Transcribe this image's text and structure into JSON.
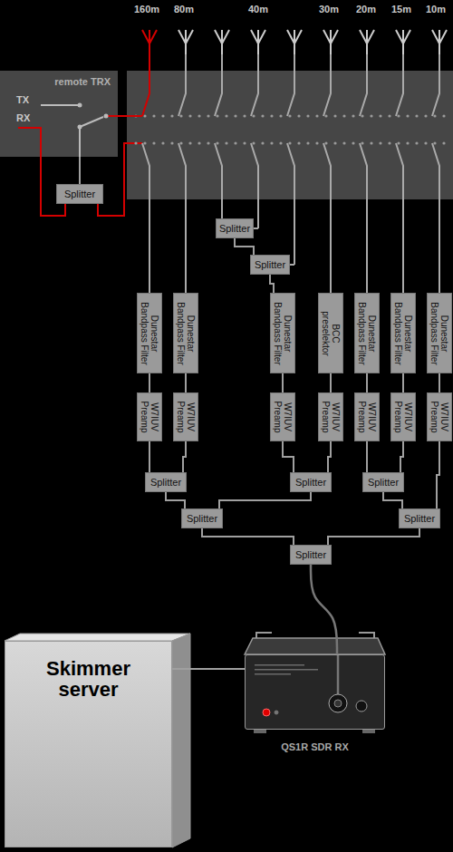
{
  "diagram": {
    "nodes": [
      {
        "text": [
          "remote TRX"
        ]
      },
      {
        "text": [
          "Splitter"
        ]
      },
      {
        "text": [
          "Splitter"
        ]
      },
      {
        "text": [
          "Splitter"
        ]
      },
      {
        "text": [
          "Dunestar Bandpass Filter"
        ]
      },
      {
        "text": [
          "Dunestar Bandpass Filter"
        ]
      },
      {
        "text": [
          "Dunestar Bandpass Filter"
        ]
      },
      {
        "text": [
          "BCC preselektor"
        ]
      },
      {
        "text": [
          "Dunestar Bandpass Filter"
        ]
      },
      {
        "text": [
          "Dunestar Bandpass Filter"
        ]
      },
      {
        "text": [
          "Dunestar Bandpass Filter"
        ]
      },
      {
        "text": [
          "W7IUV Preamp"
        ]
      },
      {
        "text": [
          "W7IUV Preamp"
        ]
      },
      {
        "text": [
          "W7IUV Preamp"
        ]
      },
      {
        "text": [
          "W7IUV Preamp"
        ]
      },
      {
        "text": [
          "W7IUV Preamp"
        ]
      },
      {
        "text": [
          "W7IUV Preamp"
        ]
      },
      {
        "text": [
          "W7IUV Preamp"
        ]
      },
      {
        "text": [
          "Splitter"
        ]
      },
      {
        "text": [
          "Splitter"
        ]
      },
      {
        "text": [
          "Splitter"
        ]
      },
      {
        "text": [
          "Splitter"
        ]
      },
      {
        "text": [
          "Splitter"
        ]
      },
      {
        "text": [
          "Splitter"
        ]
      },
      {
        "text": [
          "Skimmer server"
        ]
      },
      {
        "text": [
          "QS1R SDR RX"
        ]
      }
    ],
    "edges": [
      {
        "from": 0,
        "to": 1,
        "arrow": "none"
      },
      {
        "from": 1,
        "to": 0,
        "arrow": "none"
      },
      {
        "from": 2,
        "to": 3,
        "arrow": "none"
      },
      {
        "from": 3,
        "to": 6,
        "arrow": "none"
      },
      {
        "from": 4,
        "to": 11,
        "arrow": "none"
      },
      {
        "from": 5,
        "to": 12,
        "arrow": "none"
      },
      {
        "from": 6,
        "to": 13,
        "arrow": "none"
      },
      {
        "from": 7,
        "to": 14,
        "arrow": "none"
      },
      {
        "from": 8,
        "to": 15,
        "arrow": "none"
      },
      {
        "from": 9,
        "to": 16,
        "arrow": "none"
      },
      {
        "from": 10,
        "to": 17,
        "arrow": "none"
      },
      {
        "from": 11,
        "to": 18,
        "arrow": "none"
      },
      {
        "from": 12,
        "to": 18,
        "arrow": "none"
      },
      {
        "from": 13,
        "to": 19,
        "arrow": "none"
      },
      {
        "from": 14,
        "to": 19,
        "arrow": "none"
      },
      {
        "from": 15,
        "to": 20,
        "arrow": "none"
      },
      {
        "from": 16,
        "to": 20,
        "arrow": "none"
      },
      {
        "from": 17,
        "to": 22,
        "arrow": "none"
      },
      {
        "from": 18,
        "to": 21,
        "arrow": "none"
      },
      {
        "from": 19,
        "to": 21,
        "arrow": "none"
      },
      {
        "from": 20,
        "to": 22,
        "arrow": "none"
      },
      {
        "from": 21,
        "to": 23,
        "arrow": "none"
      },
      {
        "from": 22,
        "to": 23,
        "arrow": "none"
      },
      {
        "from": 23,
        "to": 25,
        "arrow": "none"
      },
      {
        "from": 25,
        "to": 24,
        "arrow": "none"
      }
    ],
    "labels": [
      "160m",
      "80m",
      "40m",
      "30m",
      "20m",
      "15m",
      "10m",
      "TX",
      "RX"
    ]
  }
}
